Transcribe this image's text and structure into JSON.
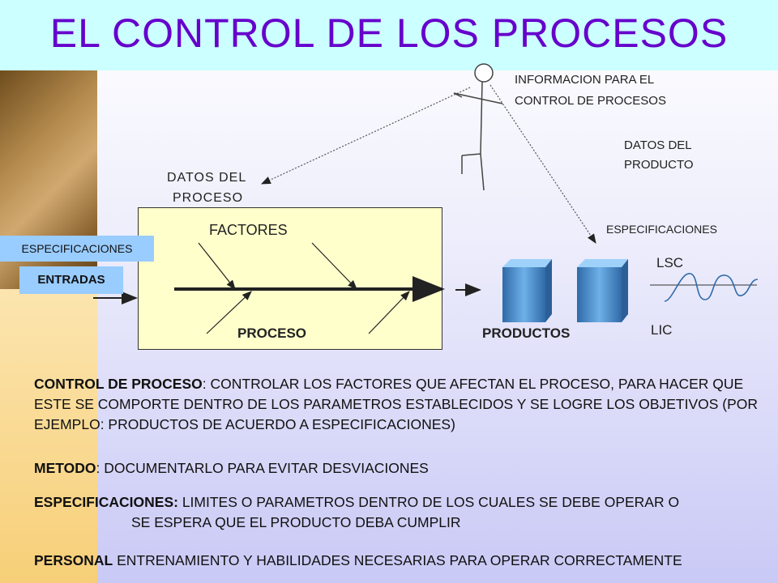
{
  "title": "EL  CONTROL  DE LOS PROCESOS",
  "labels": {
    "info_control": [
      "INFORMACION PARA EL",
      "CONTROL  DE PROCESOS"
    ],
    "datos_producto": [
      "DATOS DEL",
      "PRODUCTO"
    ],
    "datos_proceso": [
      "DATOS DEL",
      "PROCESO"
    ],
    "especificaciones_right": "ESPECIFICACIONES",
    "especificaciones_left": "ESPECIFICACIONES",
    "entradas": "ENTRADAS",
    "factores": "FACTORES",
    "proceso": "PROCESO",
    "productos": "PRODUCTOS",
    "lsc": "LSC",
    "lic": "LIC"
  },
  "paragraphs": {
    "control": {
      "term": "CONTROL DE PROCESO",
      "text": ": CONTROLAR  LOS FACTORES QUE AFECTAN EL PROCESO, PARA HACER QUE ESTE SE COMPORTE DENTRO DE LOS PARAMETROS ESTABLECIDOS Y SE LOGRE LOS OBJETIVOS  (POR EJEMPLO: PRODUCTOS DE ACUERDO A ESPECIFICACIONES)"
    },
    "metodo": {
      "term": "METODO",
      "text": ":    DOCUMENTARLO PARA EVITAR DESVIACIONES"
    },
    "especificaciones": {
      "term": "ESPECIFICACIONES:",
      "text1": " LIMITES O PARAMETROS DENTRO DE LOS CUALES SE DEBE OPERAR O",
      "text2": "SE ESPERA QUE EL PRODUCTO DEBA CUMPLIR"
    },
    "personal": {
      "term": "PERSONAL",
      "text": " ENTRENAMIENTO Y HABILIDADES NECESARIAS PARA OPERAR CORRECTAMENTE"
    }
  },
  "colors": {
    "title": "#6600cc",
    "title_band": "#ccffff",
    "box_fill": "#ffffcc",
    "tag_fill": "#99ccff",
    "cube": "#5b9bd5"
  }
}
